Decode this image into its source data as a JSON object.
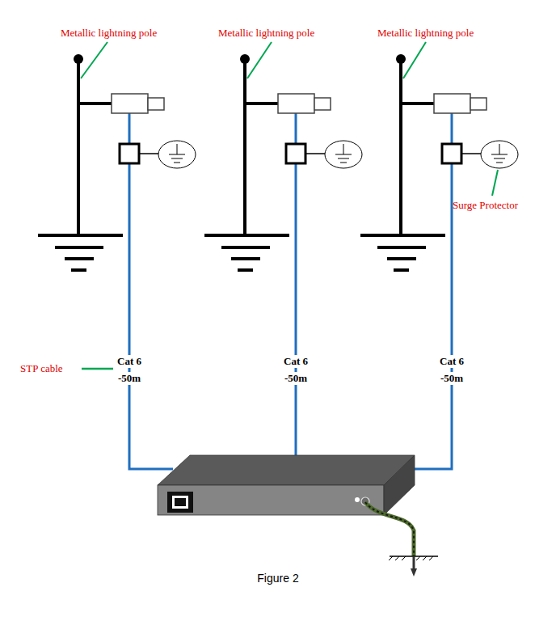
{
  "diagram": {
    "caption": "Figure 2",
    "labels": [
      "Metallic lightning pole",
      "Metallic lightning pole",
      "Metallic lightning pole",
      "Surge Protector",
      "STP cable",
      "Cat 6",
      "-50m",
      "Cat 6",
      "-50m",
      "Cat 6",
      "-50m"
    ]
  }
}
